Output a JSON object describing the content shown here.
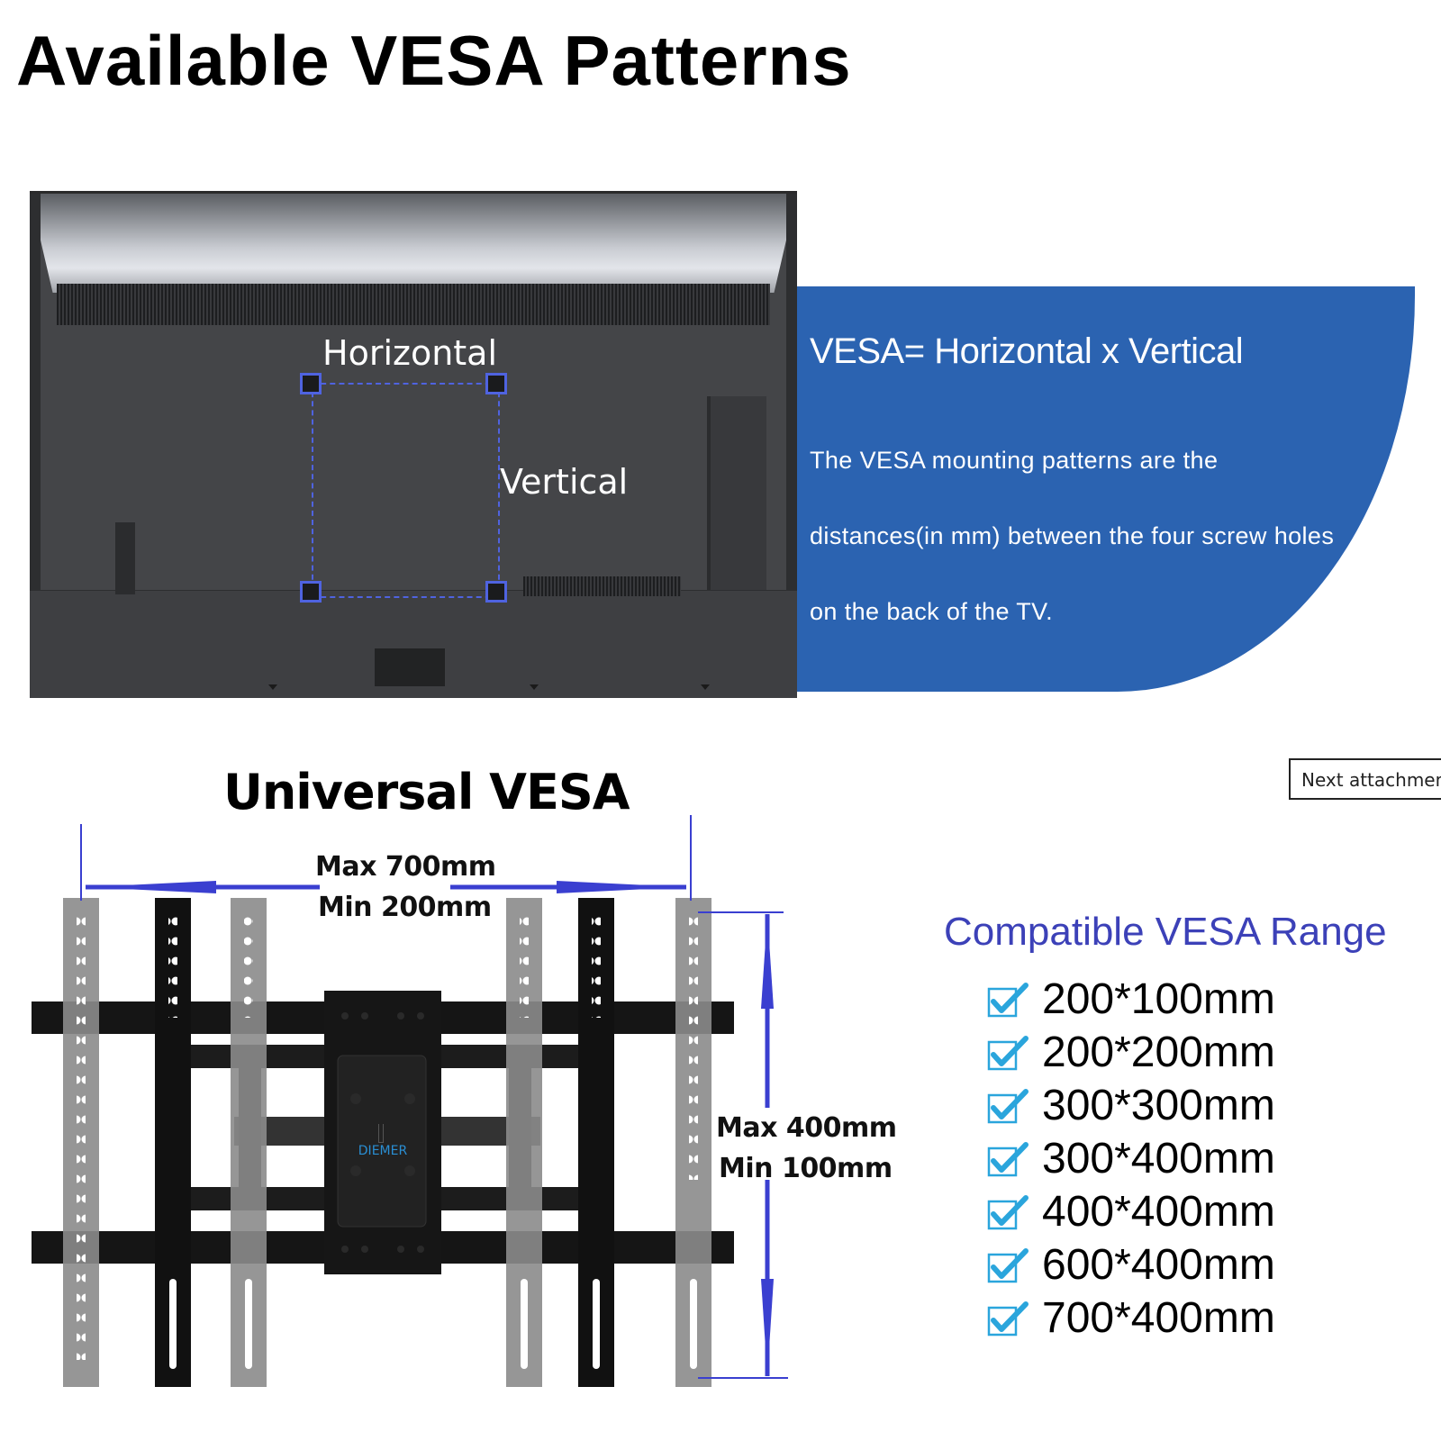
{
  "page": {
    "title": "Available VESA Patterns"
  },
  "tv_diagram": {
    "horizontal_label": "Horizontal",
    "vertical_label": "Vertical"
  },
  "info_panel": {
    "heading": "VESA= Horizontal x Vertical",
    "lines": [
      "The VESA mounting patterns are the",
      "distances(in mm) between the four screw holes",
      "on the back of the TV."
    ],
    "background_color": "#2b63b1"
  },
  "next_attachment": {
    "label": "Next attachment"
  },
  "mount_diagram": {
    "title": "Universal VESA",
    "width_max": "Max 700mm",
    "width_min": "Min 200mm",
    "height_max": "Max 400mm",
    "height_min": "Min 100mm",
    "brand": "DIEMER",
    "arrow_color": "#3a3fd0"
  },
  "compatible": {
    "title": "Compatible VESA Range",
    "title_color": "#3c41b8",
    "check_color": "#2aa5dc",
    "items": [
      {
        "label": "200*100mm",
        "checked": true
      },
      {
        "label": "200*200mm",
        "checked": true
      },
      {
        "label": "300*300mm",
        "checked": true
      },
      {
        "label": "300*400mm",
        "checked": true
      },
      {
        "label": "400*400mm",
        "checked": true
      },
      {
        "label": "600*400mm",
        "checked": true
      },
      {
        "label": "700*400mm",
        "checked": true
      }
    ]
  }
}
